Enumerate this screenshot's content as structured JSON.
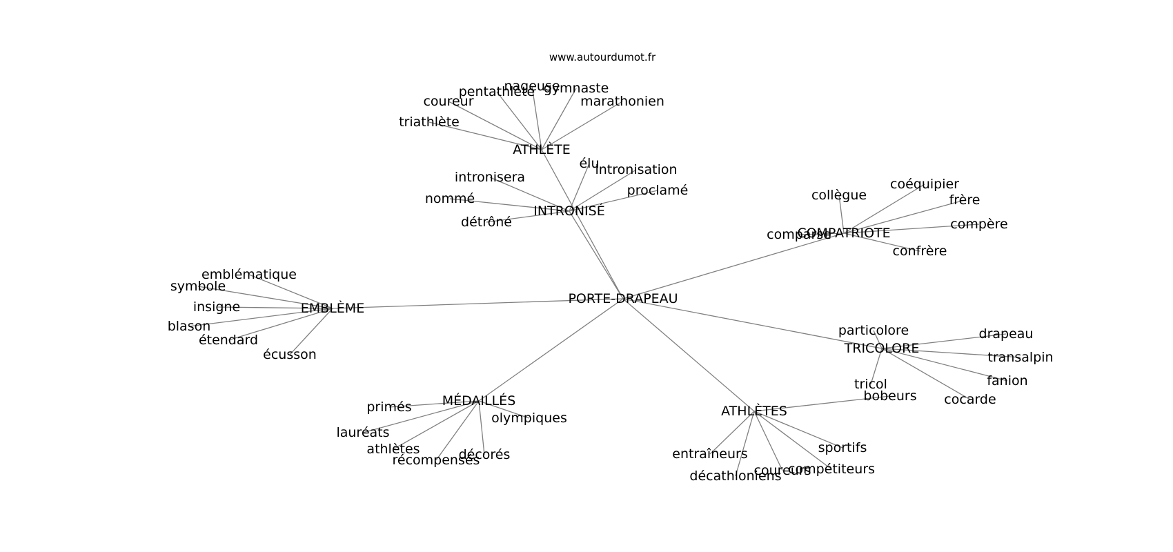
{
  "source": "www.autourdumot.fr",
  "colors": {
    "edge": "#808080",
    "text": "#000000",
    "background": "#ffffff"
  },
  "center": "PORTE-DRAPEAU",
  "groups": [
    {
      "hub": "ATHLÈTE",
      "words": [
        "nageuse",
        "pentathlète",
        "gymnaste",
        "coureur",
        "marathonien",
        "triathlète"
      ]
    },
    {
      "hub": "INTRONISÉ",
      "words": [
        "élu",
        "intronisation",
        "intronisera",
        "proclamé",
        "nommé",
        "détrôné"
      ]
    },
    {
      "hub": "COMPATRIOTE",
      "words": [
        "coéquipier",
        "collègue",
        "frère",
        "compère",
        "comparse",
        "confrère"
      ]
    },
    {
      "hub": "EMBLÈME",
      "words": [
        "emblématique",
        "symbole",
        "insigne",
        "blason",
        "étendard",
        "écusson"
      ]
    },
    {
      "hub": "TRICOLORE",
      "words": [
        "particolore",
        "drapeau",
        "transalpin",
        "fanion",
        "tricol",
        "cocarde"
      ]
    },
    {
      "hub": "MÉDAILLÉS",
      "words": [
        "primés",
        "olympiques",
        "lauréats",
        "athlètes",
        "décorés",
        "récompensés"
      ]
    },
    {
      "hub": "ATHLÈTES",
      "words": [
        "bobeurs",
        "sportifs",
        "entraîneurs",
        "compétiteurs",
        "coureurs",
        "décathloniens"
      ]
    }
  ]
}
